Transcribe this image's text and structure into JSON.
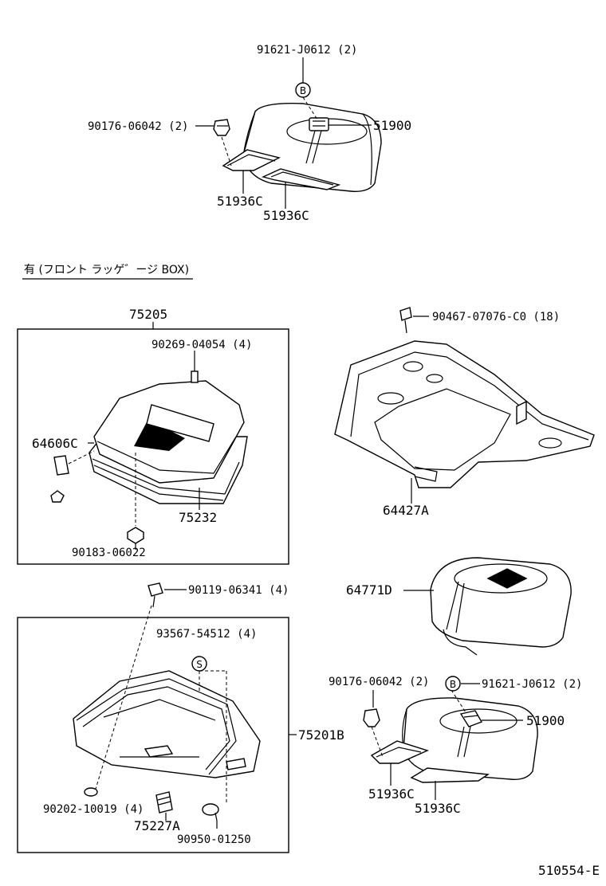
{
  "section_title": "有 (フロント ラッゲ゛ージ BOX)",
  "doc_code": "510554-E",
  "callouts": {
    "b_top": "B",
    "b_bottom": "B",
    "s_mark": "S"
  },
  "labels": {
    "t_91621_top": "91621-J0612 (2)",
    "t_90176_top": "90176-06042 (2)",
    "t_51900_top": "51900",
    "t_51936c_a": "51936C",
    "t_51936c_b": "51936C",
    "t_75205": "75205",
    "t_90269": "90269-04054 (4)",
    "t_64606c": "64606C",
    "t_75232": "75232",
    "t_90183": "90183-06022",
    "t_90467": "90467-07076-C0 (18)",
    "t_64427a": "64427A",
    "t_64771d": "64771D",
    "t_90119": "90119-06341 (4)",
    "t_93567": "93567-54512 (4)",
    "t_75201b": "75201B",
    "t_90202": "90202-10019 (4)",
    "t_75227a": "75227A",
    "t_90950": "90950-01250",
    "t_90176_bot": "90176-06042 (2)",
    "t_91621_bot": "91621-J0612 (2)",
    "t_51900_bot": "51900",
    "t_51936c_c": "51936C",
    "t_51936c_d": "51936C"
  }
}
